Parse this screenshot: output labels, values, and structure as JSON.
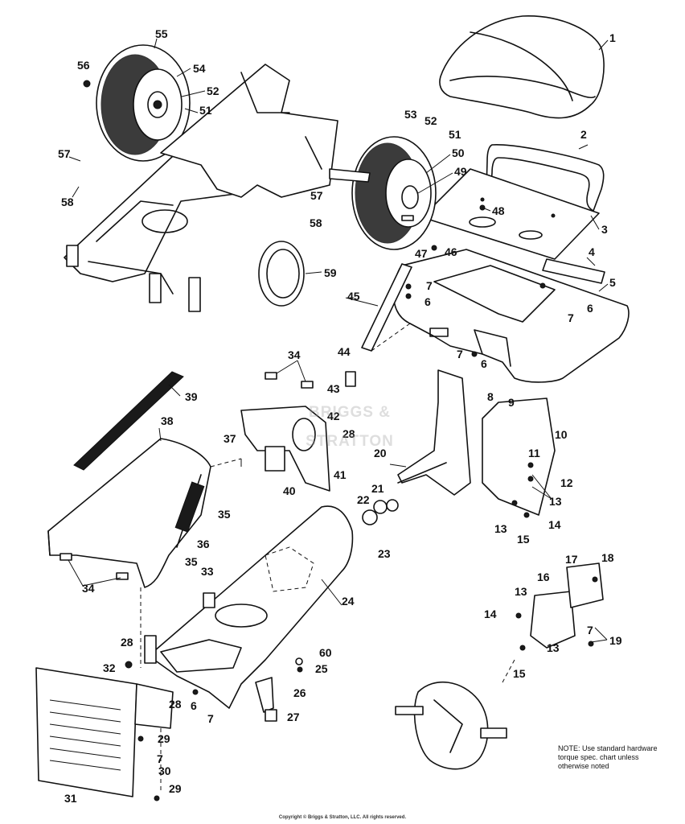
{
  "diagram": {
    "note_lines": [
      "NOTE: Use standard hardware",
      "torque spec. chart unless",
      "otherwise noted"
    ],
    "copyright": "Copyright © Briggs & Stratton, LLC. All rights reserved.",
    "watermark": "BRIGGS & STRATTON",
    "labels": {
      "l1": "1",
      "l2": "2",
      "l3": "3",
      "l4": "4",
      "l5": "5",
      "l6a": "6",
      "l6b": "6",
      "l6c": "6",
      "l6d": "6",
      "l7a": "7",
      "l7b": "7",
      "l7c": "7",
      "l7d": "7",
      "l7e": "7",
      "l7f": "7",
      "l8": "8",
      "l9": "9",
      "l10": "10",
      "l11": "11",
      "l12": "12",
      "l13a": "13",
      "l13b": "13",
      "l13c": "13",
      "l13d": "13",
      "l14a": "14",
      "l14b": "14",
      "l15a": "15",
      "l15b": "15",
      "l16": "16",
      "l17": "17",
      "l18": "18",
      "l19": "19",
      "l20": "20",
      "l21": "21",
      "l22": "22",
      "l23": "23",
      "l24": "24",
      "l25": "25",
      "l26": "26",
      "l27": "27",
      "l28a": "28",
      "l28b": "28",
      "l28c": "28",
      "l29a": "29",
      "l29b": "29",
      "l30": "30",
      "l31": "31",
      "l32": "32",
      "l33": "33",
      "l34a": "34",
      "l34b": "34",
      "l35a": "35",
      "l35b": "35",
      "l36": "36",
      "l37": "37",
      "l38": "38",
      "l39": "39",
      "l40": "40",
      "l41": "41",
      "l42": "42",
      "l43": "43",
      "l44": "44",
      "l45": "45",
      "l46": "46",
      "l47": "47",
      "l48": "48",
      "l49": "49",
      "l50": "50",
      "l51a": "51",
      "l51b": "51",
      "l52a": "52",
      "l52b": "52",
      "l53": "53",
      "l54": "54",
      "l55": "55",
      "l56": "56",
      "l57a": "57",
      "l57b": "57",
      "l58a": "58",
      "l58b": "58",
      "l59": "59",
      "l60": "60"
    }
  }
}
